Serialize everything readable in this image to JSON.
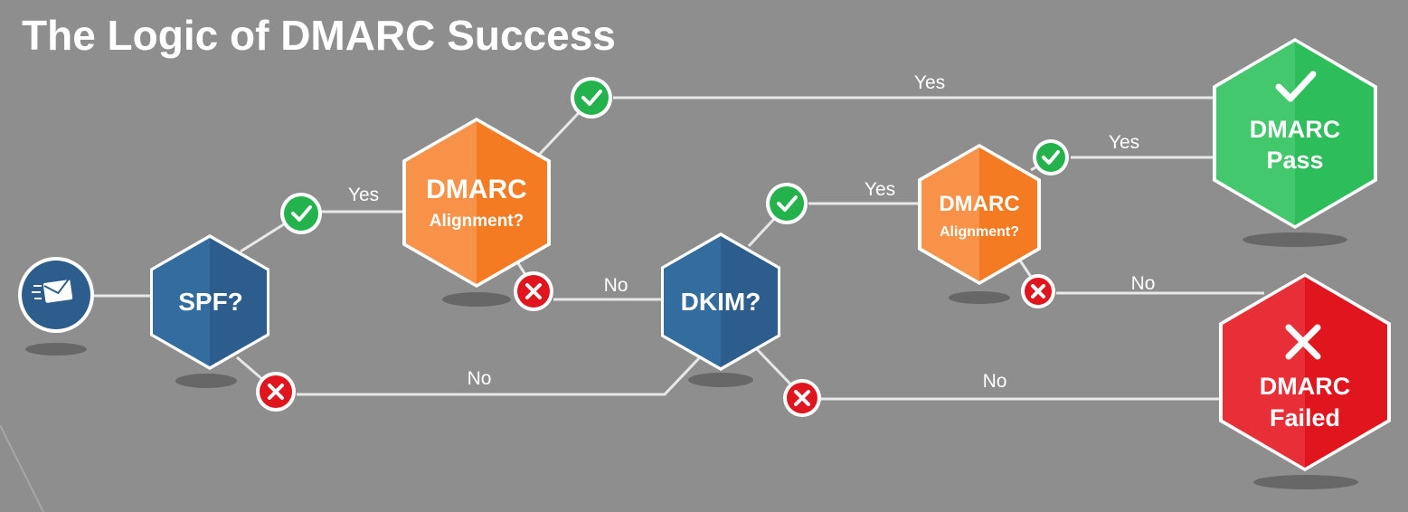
{
  "title": "The Logic of DMARC Success",
  "colors": {
    "background": "#8e8e8e",
    "connector": "#e8e8e8",
    "navy": "#2c5d8c",
    "orange": "#f47b21",
    "green": "#2dbd5a",
    "red": "#e0151e",
    "check_green": "#23b24b",
    "cross_red": "#e0151e"
  },
  "nodes": {
    "email": {
      "icon": "envelope-icon"
    },
    "spf": {
      "label": "SPF?"
    },
    "alignment_top": {
      "line1": "DMARC",
      "line2": "Alignment?"
    },
    "dkim": {
      "label": "DKIM?"
    },
    "alignment_right": {
      "line1": "DMARC",
      "line2": "Alignment?"
    },
    "pass": {
      "line1": "DMARC",
      "line2": "Pass",
      "icon": "check-icon"
    },
    "failed": {
      "line1": "DMARC",
      "line2": "Failed",
      "icon": "cross-icon"
    }
  },
  "edges": {
    "spf_yes": "Yes",
    "spf_no": "No",
    "align_top_yes": "Yes",
    "align_top_no": "No",
    "dkim_yes": "Yes",
    "dkim_no": "No",
    "align_right_yes": "Yes",
    "align_right_no": "No"
  }
}
